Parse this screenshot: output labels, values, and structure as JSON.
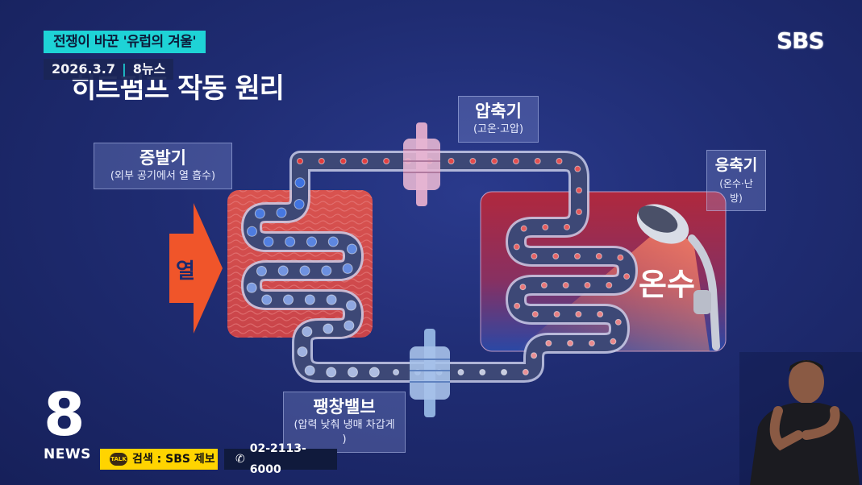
{
  "broadcast": {
    "headline": "전쟁이 바꾼 '유럽의 겨울'",
    "date": "2026.3.7",
    "program": "8뉴스",
    "channel_logo": "SBS"
  },
  "graphic": {
    "title": "히트펌프 작동 원리",
    "evaporator": {
      "label": "증발기",
      "desc": "(외부 공기에서 열 흡수)"
    },
    "compressor": {
      "label": "압축기",
      "desc": "(고온·고압)"
    },
    "condenser": {
      "label": "응축기",
      "desc": "(온수·난방)"
    },
    "valve": {
      "label": "팽창밸브",
      "desc": "(압력 낮춰 냉매 차갑게 )"
    },
    "heat_label": "열",
    "hot_water_label": "온수",
    "colors": {
      "hot": "#e03a3a",
      "cold": "#3a6fe0",
      "pipe": "#3d4876",
      "arrow": "#f0552a"
    }
  },
  "footer": {
    "news_number": "8",
    "news_word": "NEWS",
    "kakao_badge": "TALK",
    "search_text": "검색 : SBS 제보",
    "phone_icon": "phone-icon",
    "phone": "02-2113-6000"
  }
}
